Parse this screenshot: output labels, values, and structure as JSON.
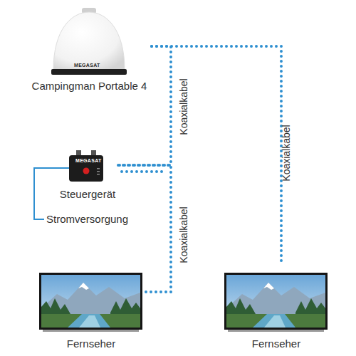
{
  "diagram": {
    "nodes": [
      {
        "text": [
          "Campingman Portable 4"
        ]
      },
      {
        "text": [
          "Steuergerät"
        ]
      },
      {
        "text": [
          "Fernseher"
        ]
      },
      {
        "text": [
          "Fernseher"
        ]
      }
    ],
    "edges": [
      {
        "from": 0,
        "to": 1,
        "label": "Koaxialkabel",
        "arrow": "none"
      },
      {
        "from": 1,
        "to": 2,
        "label": "Koaxialkabel",
        "arrow": "none"
      },
      {
        "from": 0,
        "to": 3,
        "label": "Koaxialkabel",
        "arrow": "none"
      }
    ],
    "labels": [
      "Stromversorgung",
      "MEGASAT",
      "MEGASAT"
    ]
  }
}
